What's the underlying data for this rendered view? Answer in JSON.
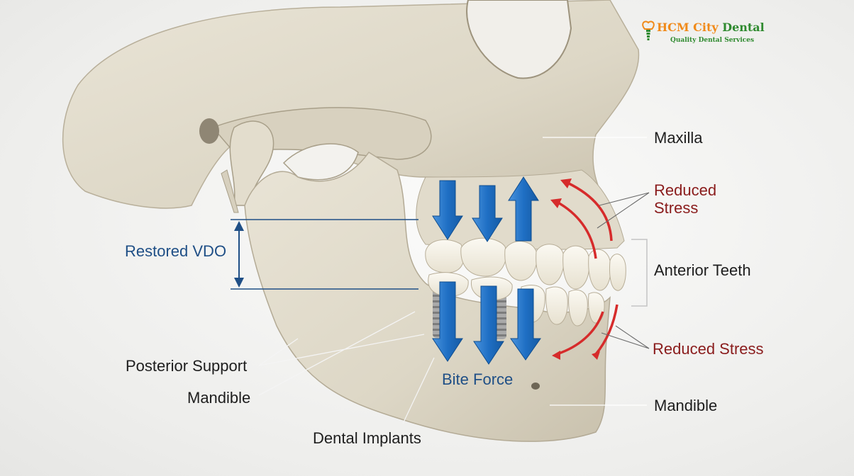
{
  "brand": {
    "name_part1": "HCM City",
    "name_part2": "Dental",
    "tagline": "Quality Dental Services",
    "logo_icon": "tooth-implant-icon",
    "colors": {
      "orange": "#f08a1a",
      "green": "#2f8a2f"
    }
  },
  "labels": {
    "maxilla": "Maxilla",
    "reduced_stress_line1": "Reduced",
    "reduced_stress_line2": "Stress",
    "anterior_teeth": "Anterior Teeth",
    "reduced_stress_lower": "Reduced Stress",
    "mandible_right": "Mandible",
    "restored_vdo": "Restored VDO",
    "posterior_support": "Posterior Support",
    "mandible_left": "Mandible",
    "dental_implants": "Dental Implants",
    "bite_force": "Bite Force"
  },
  "colors": {
    "bone": "#ddd7c7",
    "bone_shadow": "#b9b19d",
    "force_arrow_blue": "#1f6fc4",
    "stress_arrow_red": "#d62b2b",
    "label_blue": "#1f4f86",
    "label_red": "#8a1c1c"
  }
}
